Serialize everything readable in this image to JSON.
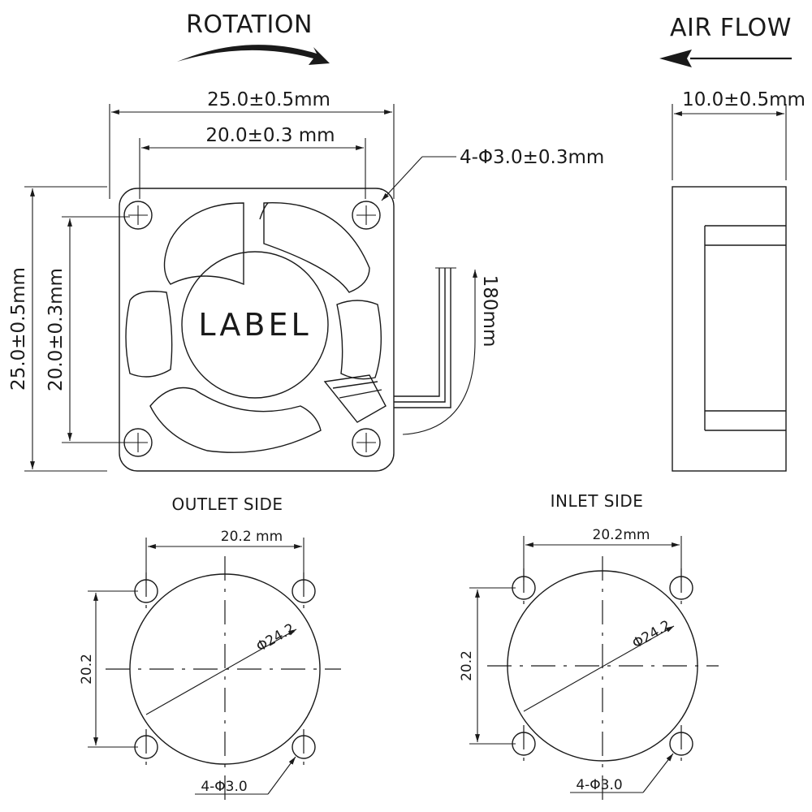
{
  "front_view": {
    "rotation_title": "ROTATION",
    "width_outer": "25.0±0.5mm",
    "width_hole_pitch": "20.0±0.3 mm",
    "mount_holes": "4-Φ3.0±0.3mm",
    "height_outer": "25.0±0.5mm",
    "height_hole_pitch": "20.0±0.3mm",
    "label_area": "LABEL",
    "lead_length": "180mm"
  },
  "side_view": {
    "airflow_title": "AIR FLOW",
    "depth": "10.0±0.5mm"
  },
  "outlet_side": {
    "title": "OUTLET SIDE",
    "hole_pitch_h": "20.2 mm",
    "hole_pitch_v": "20.2",
    "diameter": "Φ24.2",
    "holes": "4-Φ3.0"
  },
  "inlet_side": {
    "title": "INLET SIDE",
    "hole_pitch_h": "20.2mm",
    "hole_pitch_v": "20.2",
    "diameter": "Φ24.2",
    "holes": "4-Φ3.0"
  }
}
